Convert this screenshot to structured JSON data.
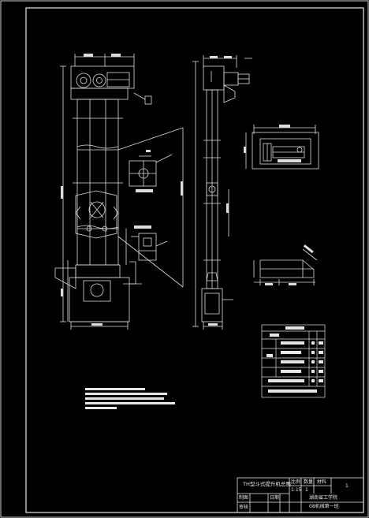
{
  "drawing": {
    "title_block": {
      "drawing_name": "TH型斗式提升机总图",
      "ratio_label": "比例",
      "ratio_value": "1:15",
      "quantity_label": "数量",
      "quantity_value": "1",
      "material_label": "材料",
      "sheet_number": "1",
      "drawn_label": "制图",
      "checked_label": "审核",
      "date_label": "日期",
      "school": "湖南省工学院",
      "class_name": "08机械第一班"
    }
  }
}
